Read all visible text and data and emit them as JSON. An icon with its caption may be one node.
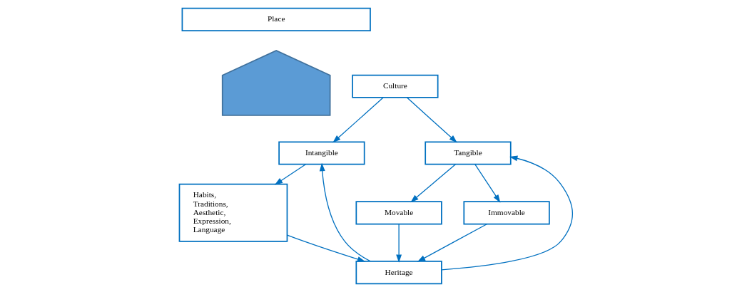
{
  "diagram": {
    "nodes": [
      {
        "text": [
          "Place"
        ]
      },
      {
        "text": [],
        "shape": "house"
      },
      {
        "text": [
          "Culture"
        ]
      },
      {
        "text": [
          "Intangible"
        ]
      },
      {
        "text": [
          "Tangible"
        ]
      },
      {
        "text": [
          "Heritage"
        ]
      },
      {
        "text": [
          "Habits, Traditions, Aesthetic, Expression, Language"
        ]
      },
      {
        "text": [
          "Movable"
        ]
      },
      {
        "text": [
          "Immovable"
        ]
      }
    ],
    "edges": [
      {
        "from": 2,
        "to": 3,
        "arrow": "to"
      },
      {
        "from": 2,
        "to": 4,
        "arrow": "to"
      },
      {
        "from": 5,
        "to": 3,
        "arrow": "to"
      },
      {
        "from": 5,
        "to": 4,
        "arrow": "to"
      },
      {
        "from": 3,
        "to": 6,
        "arrow": "to"
      },
      {
        "from": 4,
        "to": 7,
        "arrow": "to"
      },
      {
        "from": 4,
        "to": 8,
        "arrow": "to"
      },
      {
        "from": 6,
        "to": 5,
        "arrow": "to"
      },
      {
        "from": 7,
        "to": 5,
        "arrow": "to"
      },
      {
        "from": 8,
        "to": 5,
        "arrow": "to"
      }
    ]
  }
}
